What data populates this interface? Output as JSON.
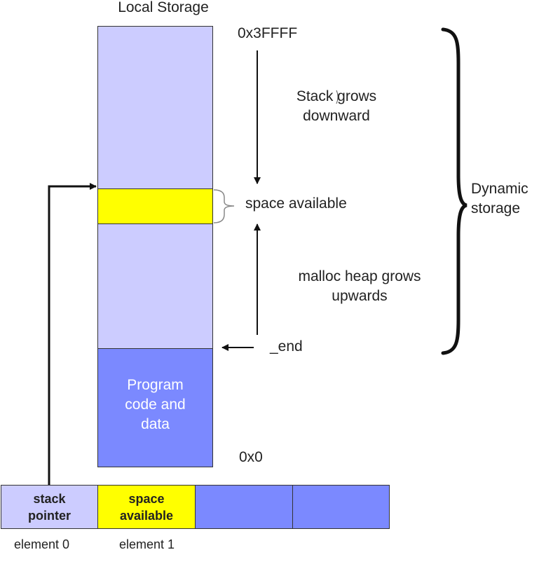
{
  "colors": {
    "free_region": "#ccccff",
    "space_available": "#ffff00",
    "program_region": "#7b89ff",
    "stroke": "#111111"
  },
  "title": "Local Storage",
  "addresses": {
    "top": "0x3FFFF",
    "bottom": "0x0"
  },
  "labels": {
    "stack_grows": "Stack grows\ndownward",
    "space_available": "space available",
    "heap_grows": "malloc heap grows\nupwards",
    "end_symbol": "_end",
    "dynamic_storage": "Dynamic\nstorage",
    "program_code": "Program\ncode and\ndata"
  },
  "register": {
    "cells": [
      {
        "label": "stack\npointer",
        "color": "#ccccff"
      },
      {
        "label": "space\navailable",
        "color": "#ffff00"
      },
      {
        "label": "",
        "color": "#7b89ff"
      },
      {
        "label": "",
        "color": "#7b89ff"
      }
    ],
    "element_labels": [
      "element 0",
      "element 1"
    ]
  }
}
